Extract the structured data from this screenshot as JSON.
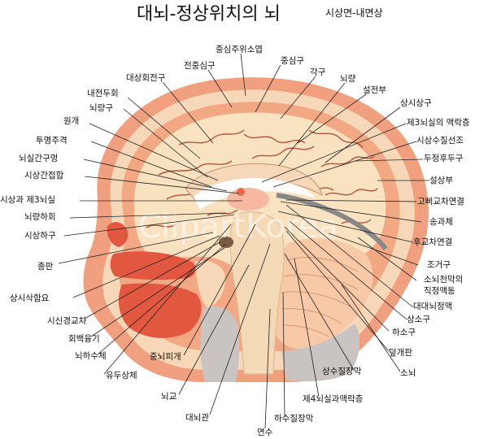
{
  "title": {
    "main": "대뇌-정상위치의 뇌",
    "sub": "시상면-내면상"
  },
  "watermark": "ClipartKorea",
  "colors": {
    "skin": "#f0a07e",
    "skull": "#f6d8b8",
    "dura": "#f3a884",
    "cortex": "#f8e2c0",
    "sulcus": "#b5533d",
    "ventricle": "#ffffff",
    "thalamus": "#f6b8a0",
    "brainstem": "#f3d9b5",
    "cerebellum": "#f7c9a6",
    "grey_bone": "#c9c4c2",
    "nasal": "#e2573f",
    "tentorium": "#888888"
  },
  "labels": [
    {
      "id": "l01",
      "text": "중심주위소엽"
    },
    {
      "id": "l02",
      "text": "중심구"
    },
    {
      "id": "l03",
      "text": "전중심구"
    },
    {
      "id": "l04",
      "text": "대상회전구"
    },
    {
      "id": "l05",
      "text": "각구"
    },
    {
      "id": "l06",
      "text": "뇌량"
    },
    {
      "id": "l07",
      "text": "내전두회"
    },
    {
      "id": "l08",
      "text": "설전부"
    },
    {
      "id": "l09",
      "text": "뇌량구"
    },
    {
      "id": "l10",
      "text": "상시상구"
    },
    {
      "id": "l11",
      "text": "원개"
    },
    {
      "id": "l12",
      "text": "제3뇌실의 맥락층"
    },
    {
      "id": "l13",
      "text": "투명주격"
    },
    {
      "id": "l14",
      "text": "시상수질선조"
    },
    {
      "id": "l15",
      "text": "뇌실간구멍"
    },
    {
      "id": "l16",
      "text": "두정후두구"
    },
    {
      "id": "l17",
      "text": "시상간접합"
    },
    {
      "id": "l18",
      "text": "설상부"
    },
    {
      "id": "l19",
      "text": "시상과 제3뇌실"
    },
    {
      "id": "l20",
      "text": "고삐교차연결"
    },
    {
      "id": "l21",
      "text": "뇌량하회"
    },
    {
      "id": "l22",
      "text": "송과체"
    },
    {
      "id": "l23",
      "text": "시상하구"
    },
    {
      "id": "l24",
      "text": "후교차연결"
    },
    {
      "id": "l25",
      "text": "종판"
    },
    {
      "id": "l26",
      "text": "조거구"
    },
    {
      "id": "l27",
      "text": "소뇌천막의"
    },
    {
      "id": "l28",
      "text": "직정맥동"
    },
    {
      "id": "l29",
      "text": "상시삭함요"
    },
    {
      "id": "l30",
      "text": "대대뇌정맥"
    },
    {
      "id": "l31",
      "text": "시신경교차"
    },
    {
      "id": "l32",
      "text": "상소구"
    },
    {
      "id": "l33",
      "text": "회백융기"
    },
    {
      "id": "l34",
      "text": "하소구"
    },
    {
      "id": "l35",
      "text": "뇌하수체"
    },
    {
      "id": "l36",
      "text": "중뇌피개"
    },
    {
      "id": "l37",
      "text": "덮개판"
    },
    {
      "id": "l38",
      "text": "유두상체"
    },
    {
      "id": "l39",
      "text": "상수질장막"
    },
    {
      "id": "l40",
      "text": "소뇌"
    },
    {
      "id": "l41",
      "text": "뇌교"
    },
    {
      "id": "l42",
      "text": "제4뇌실과맥락층"
    },
    {
      "id": "l43",
      "text": "대뇌관"
    },
    {
      "id": "l44",
      "text": "하수질장막"
    },
    {
      "id": "l45",
      "text": "연수"
    }
  ]
}
